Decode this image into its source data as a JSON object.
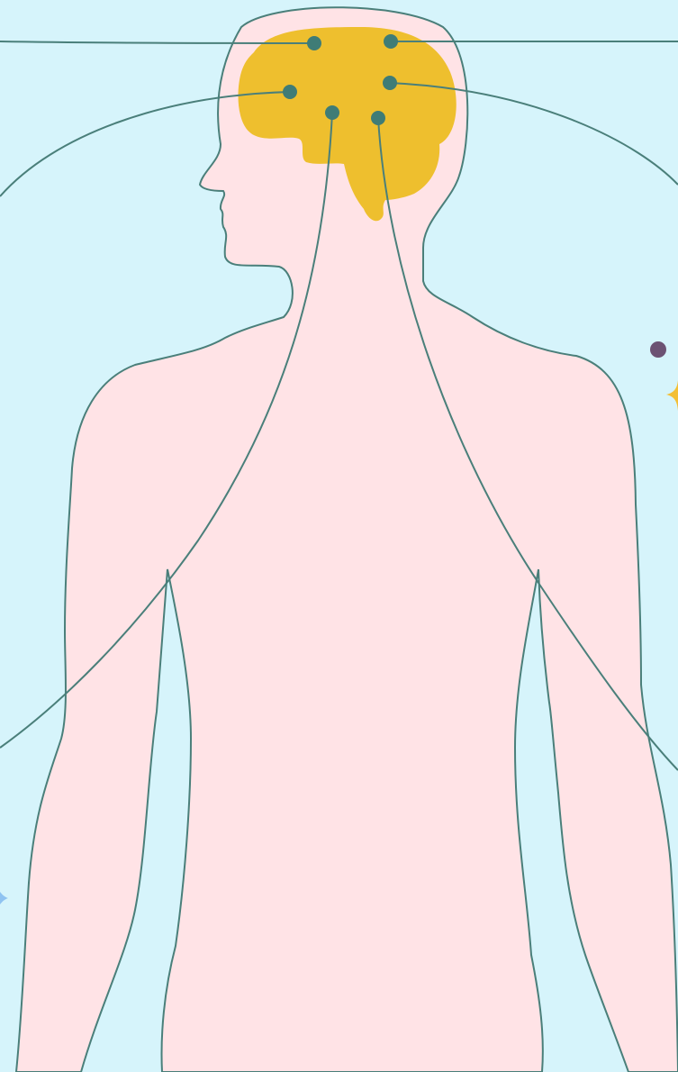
{
  "diagram": {
    "subject": "human-body-brain-connections",
    "colors": {
      "background": "#d6f4fb",
      "body_fill": "#ffe3e6",
      "outline": "#4a7f7a",
      "brain": "#eebf2e",
      "node": "#3f7c76",
      "sparkle_gold": "#f3bf35",
      "sparkle_blue": "#8fc3f1",
      "dot_purple": "#6c5273"
    },
    "nodes": [
      {
        "id": "node-1"
      },
      {
        "id": "node-2"
      },
      {
        "id": "node-3"
      },
      {
        "id": "node-4"
      },
      {
        "id": "node-5"
      },
      {
        "id": "node-6"
      }
    ],
    "decorations": [
      "sparkle-gold",
      "sparkle-blue",
      "dot-purple"
    ]
  }
}
